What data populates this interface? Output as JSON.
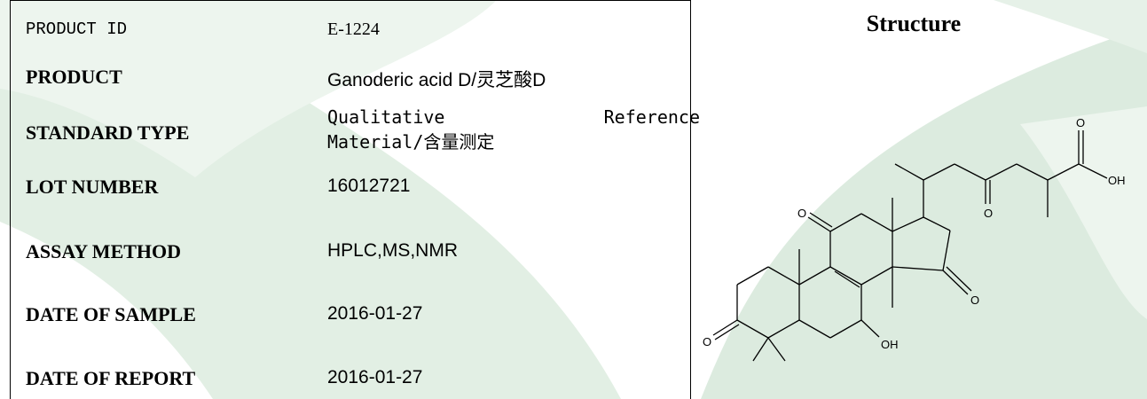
{
  "rows": [
    {
      "label": "PRODUCT ID",
      "value": "E-1224"
    },
    {
      "label": "PRODUCT",
      "value": "Ganoderic acid D/灵芝酸D"
    },
    {
      "label": "STANDARD TYPE",
      "value_line1_a": "Qualitative",
      "value_line1_b": "Reference",
      "value_line2": "Material/含量测定"
    },
    {
      "label": "LOT NUMBER",
      "value": "16012721"
    },
    {
      "label": "ASSAY METHOD",
      "value": "HPLC,MS,NMR"
    },
    {
      "label": "DATE OF SAMPLE",
      "value": "2016-01-27"
    },
    {
      "label": "DATE OF REPORT",
      "value": "2016-01-27"
    }
  ],
  "structure": {
    "title": "Structure",
    "atom_labels": {
      "o": "O",
      "oh": "OH"
    }
  },
  "colors": {
    "watermark": "#dcebdf",
    "watermark_dark": "#cfe3d3"
  }
}
